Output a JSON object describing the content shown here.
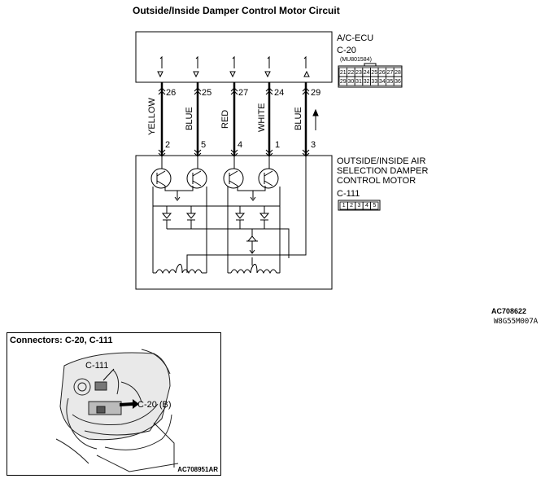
{
  "title": "Outside/Inside Damper Control Motor Circuit",
  "ecu": {
    "name": "A/C-ECU",
    "connector": "C-20",
    "part_no": "(MU801584)",
    "pins_top": [
      "21",
      "22",
      "23",
      "24",
      "25",
      "26",
      "27",
      "28"
    ],
    "pins_bottom": [
      "29",
      "30",
      "31",
      "32",
      "33",
      "34",
      "35",
      "36"
    ]
  },
  "motor": {
    "name_line1": "OUTSIDE/INSIDE AIR",
    "name_line2": "SELECTION DAMPER",
    "name_line3": "CONTROL MOTOR",
    "connector": "C-111",
    "pins": [
      "1",
      "2",
      "3",
      "4",
      "5"
    ]
  },
  "wires": [
    {
      "ecu_pin": "26",
      "motor_pin": "2",
      "color": "YELLOW"
    },
    {
      "ecu_pin": "25",
      "motor_pin": "5",
      "color": "BLUE"
    },
    {
      "ecu_pin": "27",
      "motor_pin": "4",
      "color": "RED"
    },
    {
      "ecu_pin": "24",
      "motor_pin": "1",
      "color": "WHITE"
    },
    {
      "ecu_pin": "29",
      "motor_pin": "3",
      "color": "BLUE"
    }
  ],
  "refs": {
    "ref1": "AC708622",
    "ref2": "W8G55M007A"
  },
  "inset": {
    "title": "Connectors: C-20, C-111",
    "callout_c111": "C-111",
    "callout_c20": "C-20 (B)",
    "ref": "AC708951AR"
  }
}
